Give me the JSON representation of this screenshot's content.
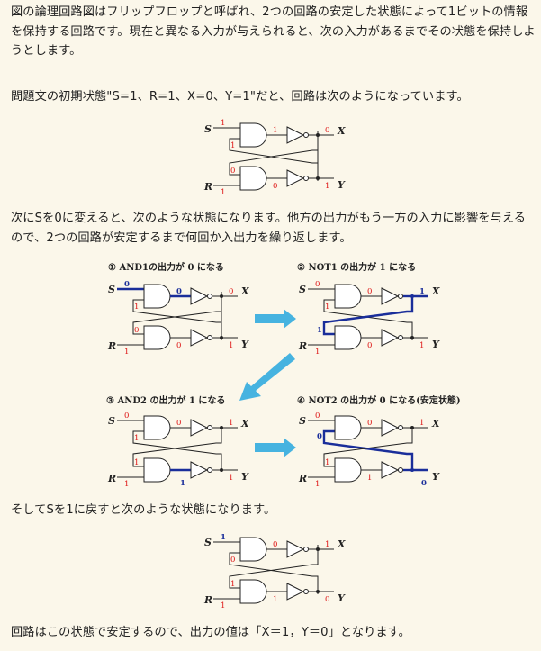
{
  "paragraphs": {
    "p1": "図の論理回路図はフリップフロップと呼ばれ、2つの回路の安定した状態によって1ビットの情報を保持する回路です。現在と異なる入力が与えられると、次の入力があるまでその状態を保持しようとします。",
    "p2": "問題文の初期状態\"S=1、R=1、X=0、Y=1\"だと、回路は次のようになっています。",
    "p3": "次にSを0に変えると、次のような状態になります。他方の出力がもう一方の入力に影響を与えるので、2つの回路が安定するまで何回か入出力を繰り返します。",
    "p4": "そしてSを1に戻すと次のような状態になります。",
    "p5": "回路はこの状態で安定するので、出力の値は「X＝1，Y＝0」となります。"
  },
  "signals": {
    "S": "S",
    "R": "R",
    "X": "X",
    "Y": "Y"
  },
  "steps": {
    "step1": "① AND1の出力が 0 になる",
    "step2": "② NOT1 の出力が 1 になる",
    "step3": "③ AND2 の出力が 1 になる",
    "step4": "④ NOT2 の出力が 0 になる(安定状態)"
  },
  "circuits": {
    "c0": {
      "s_in": "1",
      "fb_in1": "1",
      "and1_out": "1",
      "x_out": "0",
      "fb_in2": "0",
      "r_in": "1",
      "and2_out": "0",
      "y_out": "1"
    },
    "c1": {
      "s_in": "0",
      "fb_in1": "1",
      "and1_out": "0",
      "x_out": "0",
      "fb_in2": "0",
      "r_in": "1",
      "and2_out": "0",
      "y_out": "1"
    },
    "c2": {
      "s_in": "0",
      "fb_in1": "1",
      "and1_out": "0",
      "x_out": "1",
      "fb_in2": "1",
      "r_in": "1",
      "and2_out": "0",
      "y_out": "1"
    },
    "c3": {
      "s_in": "0",
      "fb_in1": "1",
      "and1_out": "0",
      "x_out": "1",
      "fb_in2": "1",
      "r_in": "1",
      "and2_out": "1",
      "y_out": "1"
    },
    "c4": {
      "s_in": "0",
      "fb_in1": "0",
      "and1_out": "0",
      "x_out": "1",
      "fb_in2": "1",
      "r_in": "1",
      "and2_out": "1",
      "y_out": "0"
    },
    "c5": {
      "s_in": "1",
      "fb_in1": "0",
      "and1_out": "0",
      "x_out": "1",
      "fb_in2": "1",
      "r_in": "1",
      "and2_out": "1",
      "y_out": "0"
    }
  },
  "colors": {
    "text": "#222222",
    "value": "#dd1111",
    "highlight": "#1a2e9a",
    "arrow": "#46b3e0",
    "background": "#fbf7ea"
  }
}
